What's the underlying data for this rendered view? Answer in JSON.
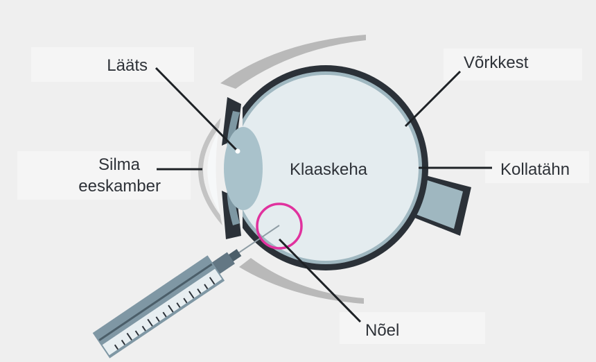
{
  "diagram": {
    "labels": {
      "lens": "Lääts",
      "retina": "Võrkkest",
      "anterior_chamber_line1": "Silma",
      "anterior_chamber_line2": "eeskamber",
      "vitreous": "Klaaskeha",
      "fovea": "Kollatähn",
      "needle": "Nõel"
    },
    "colors": {
      "background": "#efefef",
      "vitreous_fill": "#e4ecef",
      "lens_fill": "#a9c2cb",
      "sclera_dark": "#2b3138",
      "retina_layer": "#9fb7c0",
      "eyelid": "#b9b9b9",
      "highlight_circle": "#e0329e",
      "syringe_barrel": "#7f97a4",
      "syringe_dark": "#4b5e69",
      "leader_line": "#1e2226"
    }
  }
}
